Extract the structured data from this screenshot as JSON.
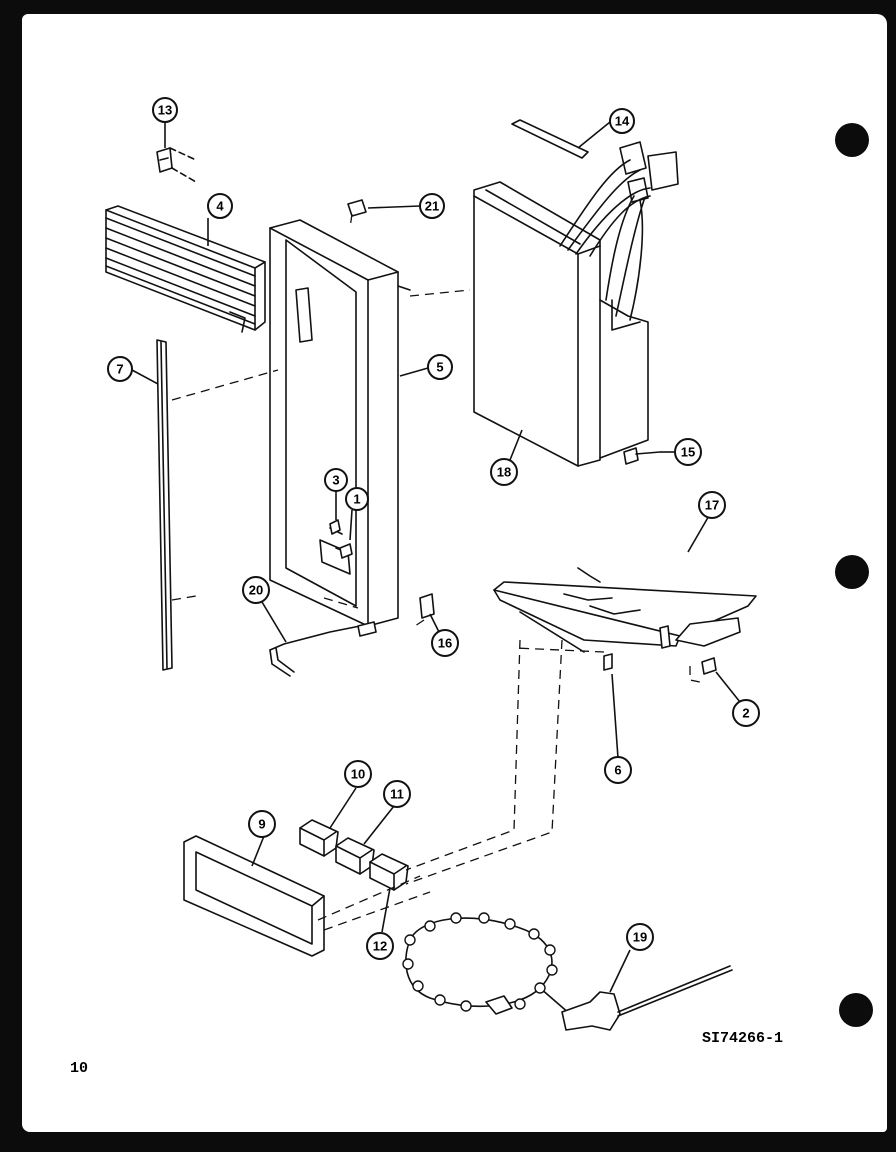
{
  "drawing": {
    "id": "SI74266-1",
    "page_number": "10"
  },
  "callouts": [
    {
      "id": "c13",
      "label": "13"
    },
    {
      "id": "c4",
      "label": "4"
    },
    {
      "id": "c21",
      "label": "21"
    },
    {
      "id": "c14",
      "label": "14"
    },
    {
      "id": "c7",
      "label": "7"
    },
    {
      "id": "c5",
      "label": "5"
    },
    {
      "id": "c3",
      "label": "3"
    },
    {
      "id": "c1",
      "label": "1"
    },
    {
      "id": "c18",
      "label": "18"
    },
    {
      "id": "c15",
      "label": "15"
    },
    {
      "id": "c17",
      "label": "17"
    },
    {
      "id": "c20",
      "label": "20"
    },
    {
      "id": "c16",
      "label": "16"
    },
    {
      "id": "c2",
      "label": "2"
    },
    {
      "id": "c6",
      "label": "6"
    },
    {
      "id": "c10",
      "label": "10"
    },
    {
      "id": "c11",
      "label": "11"
    },
    {
      "id": "c9",
      "label": "9"
    },
    {
      "id": "c12",
      "label": "12"
    },
    {
      "id": "c19",
      "label": "19"
    }
  ]
}
